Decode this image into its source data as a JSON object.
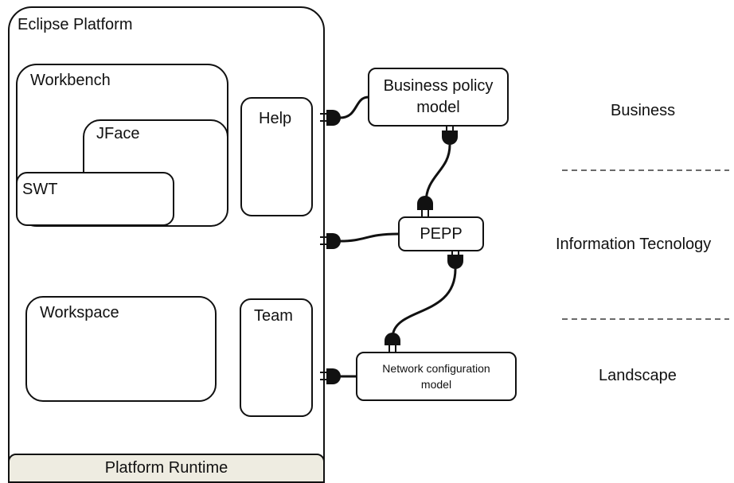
{
  "eclipse": {
    "platform_label": "Eclipse Platform",
    "workbench_label": "Workbench",
    "jface_label": "JFace",
    "swt_label": "SWT",
    "help_label": "Help",
    "workspace_label": "Workspace",
    "team_label": "Team",
    "runtime_label": "Platform Runtime"
  },
  "models": {
    "business_policy": {
      "line1": "Business policy",
      "line2": "model"
    },
    "pepp": "PEPP",
    "network_config": {
      "line1": "Network configuration",
      "line2": "model"
    }
  },
  "layers": {
    "business": "Business",
    "it": "Information Tecnology",
    "landscape": "Landscape"
  },
  "colors": {
    "runtime_fill": "#eeece1",
    "line": "#111111"
  },
  "connector_icons": [
    "plug-icon",
    "socket-icon"
  ]
}
